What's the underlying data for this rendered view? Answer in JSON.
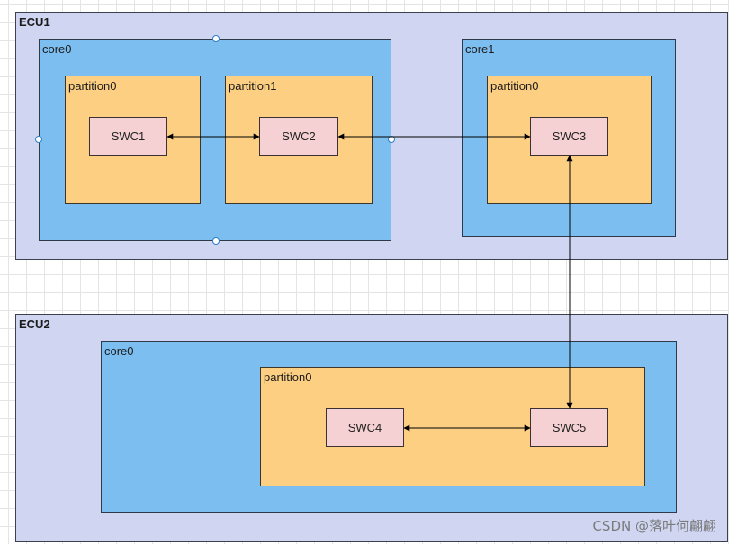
{
  "ecus": [
    {
      "label": "ECU1",
      "cores": [
        {
          "label": "core0",
          "partitions": [
            {
              "label": "partition0",
              "swcs": [
                "SWC1"
              ]
            },
            {
              "label": "partition1",
              "swcs": [
                "SWC2"
              ]
            }
          ]
        },
        {
          "label": "core1",
          "partitions": [
            {
              "label": "partition0",
              "swcs": [
                "SWC3"
              ]
            }
          ]
        }
      ]
    },
    {
      "label": "ECU2",
      "cores": [
        {
          "label": "core0",
          "partitions": [
            {
              "label": "partition0",
              "swcs": [
                "SWC4",
                "SWC5"
              ]
            }
          ]
        }
      ]
    }
  ],
  "connections": [
    {
      "from": "SWC1",
      "to": "SWC2",
      "arrows": "both"
    },
    {
      "from": "SWC2",
      "to": "SWC3",
      "arrows": "both"
    },
    {
      "from": "SWC3",
      "to": "SWC5",
      "arrows": "both"
    },
    {
      "from": "SWC4",
      "to": "SWC5",
      "arrows": "both"
    }
  ],
  "watermark": "CSDN @落叶何翩翩",
  "colors": {
    "ecu_fill": "#d0d6f2",
    "core_fill": "#7dbef0",
    "partition_fill": "#fdcf83",
    "swc_fill": "#f6d1d3",
    "line": "#000000",
    "selection_handle": "#2d7fc4"
  }
}
